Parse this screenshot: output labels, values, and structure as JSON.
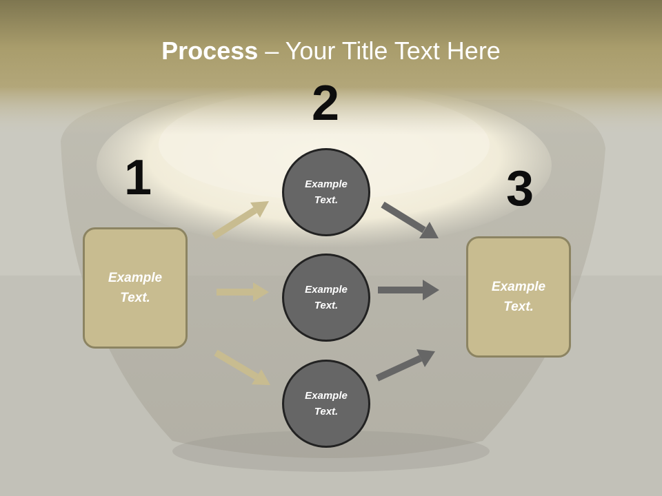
{
  "title": {
    "bold": "Process",
    "rest": " – Your Title Text Here"
  },
  "numbers": {
    "one": "1",
    "two": "2",
    "three": "3"
  },
  "left_box": {
    "line1": "Example",
    "line2": "Text."
  },
  "right_box": {
    "line1": "Example",
    "line2": "Text."
  },
  "circles": [
    {
      "line1": "Example",
      "line2": "Text."
    },
    {
      "line1": "Example",
      "line2": "Text."
    },
    {
      "line1": "Example",
      "line2": "Text."
    }
  ],
  "colors": {
    "title_band": "#a99d6c",
    "box_fill": "#c8bc90",
    "box_border": "#8c8462",
    "circle_fill": "#666666",
    "tan_arrow": "#c8bc90",
    "gray_arrow": "#666666"
  }
}
